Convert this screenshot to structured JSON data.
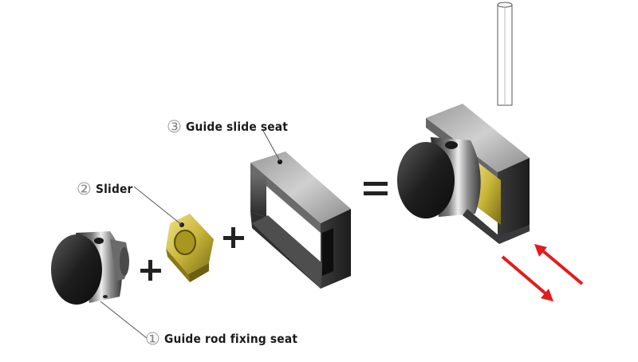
{
  "callouts": [
    {
      "num": "①",
      "label": "Guide rod fixing seat"
    },
    {
      "num": "②",
      "label": "Slider"
    },
    {
      "num": "③",
      "label": "Guide slide seat"
    }
  ],
  "operators": {
    "plus": "+",
    "equals": "="
  },
  "colors": {
    "metal_dark": "#3a3a3a",
    "metal_light": "#d8d8d8",
    "brass": "#c9b63a",
    "arrow_red": "#e21c1c",
    "leader": "#555555"
  },
  "icons": [
    "guide-rod-fixing-seat-part",
    "slider-part",
    "guide-slide-seat-part",
    "assembled-unit",
    "guide-rod",
    "motion-arrows"
  ]
}
